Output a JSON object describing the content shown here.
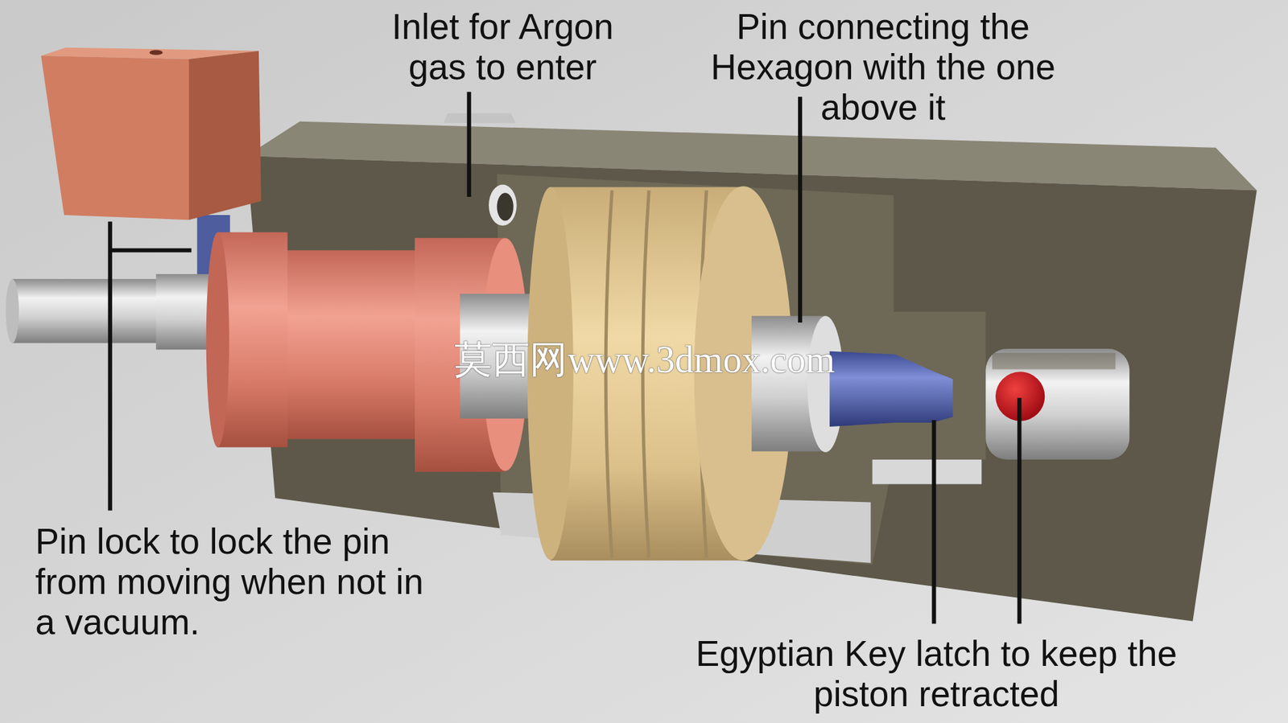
{
  "diagram": {
    "labels": [
      "Inlet for Argon gas to enter",
      "Pin connecting the Hexagon with the one above it",
      "Pin lock to lock the pin from moving when not in a vacuum.",
      "Egyptian Key latch to keep the piston retracted",
      "莫西网www.3dmox.com"
    ]
  }
}
